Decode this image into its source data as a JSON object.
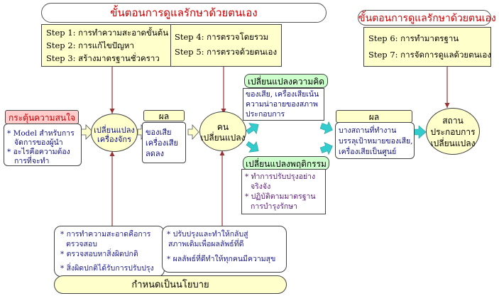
{
  "title_main": "ขั้นตอนการดูแลรักษาด้วยตนเอง",
  "title_right": "ขั้นตอนการดูแลรักษาด้วยตนเอง",
  "steps_left": [
    "Step 1: การทำความสะอาดขั้นต้น",
    "Step 2: การแก้ไขปัญหา",
    "Step 3: สร้างมาตรฐานชั่วคราว"
  ],
  "steps_mid": [
    "Step 4: การตรวจโดยรวม",
    "Step 5: การตรวจด้วยตนเอง"
  ],
  "steps_right": [
    "Step 6: การทำมาตรฐาน",
    "Step 7: การจัดการดูแลด้วยตนเอง"
  ],
  "interest": {
    "header": "กระตุ้นความสนใจ",
    "items": [
      "* Model สำหรับการ",
      "จัดการของผู้นำ",
      "* อะไรคือความต้อง",
      "การที่จะทำ"
    ]
  },
  "circle_change_machine": [
    "เปลี่ยนแปลง",
    "เครื่องจักร"
  ],
  "result1": {
    "header": "ผล",
    "items": [
      "ของเสีย",
      "เครื่องเสีย",
      "ลดลง"
    ]
  },
  "circle_people": [
    "คน",
    "เปลี่ยนแปลง"
  ],
  "thinking": {
    "header": "เปลี่ยนแปลงความคิด",
    "items": [
      "ของเสีย, เครื่องเสียเน้น",
      "ความน่าอายของสภาพ",
      "ประกอบการ"
    ]
  },
  "behavior": {
    "header": "เปลี่ยนแปลงพฤติกรรม",
    "items": [
      "* ทำการปรับปรุงอย่าง",
      "จริงจัง",
      "* ปฏิบัติตามมาตรฐาน",
      "การบำรุงรักษา"
    ]
  },
  "result2": {
    "header": "ผล",
    "items": [
      "บางสถานที่ทำงาน",
      "บรรลุเป้าหมายของเสีย,",
      "เครื่องเสียเป็นศูนย์"
    ]
  },
  "circle_place": [
    "สถาน",
    "ประกอบการ",
    "เปลี่ยนแปลง"
  ],
  "bottom_left": [
    "* การทำความสะอาดคือการ",
    "ตรวจสอบ",
    "* ตรวจสอบหาสิ่งผิดปกติ",
    "* สิ่งผิดปกติได้รับการปรับปรุง"
  ],
  "bottom_mid": [
    "* ปรับปรุงและทำให้กลับสู่",
    "สภาพเดิมเพื่อผลลัพธ์ที่ดี",
    "* ผลลัพธ์ที่ดีทำให้ทุกคนมีความสุข"
  ],
  "policy": "กำหนดเป็นนโยบาย",
  "colors": {
    "yellow": "#ffffcc",
    "green": "#ccffcc",
    "pink": "#ffcccc",
    "red": "#cc0000",
    "cyan": "#33cccc",
    "dark_red": "#993333"
  }
}
